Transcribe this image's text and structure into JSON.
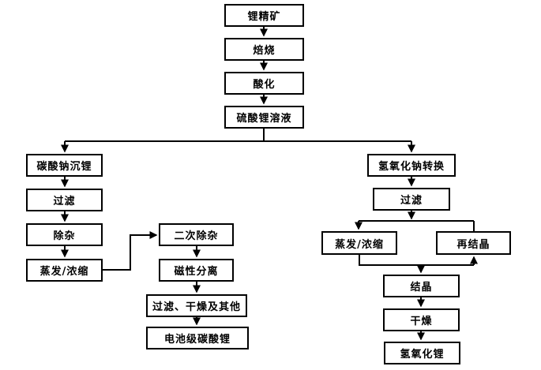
{
  "diagram": {
    "type": "flowchart",
    "language": "zh-CN",
    "colors": {
      "background": "#ffffff",
      "box_fill": "#ffffff",
      "box_border": "#000000",
      "line": "#000000",
      "text": "#000000"
    },
    "nodes": {
      "lithium_concentrate": "锂精矿",
      "roasting": "焙烧",
      "acidification": "酸化",
      "lithium_sulfate_solution": "硫酸锂溶液",
      "sodium_carbonate_precipitation": "碳酸钠沉锂",
      "filtration_left": "过滤",
      "impurity_removal": "除杂",
      "evaporation_concentration_left": "蒸发/浓缩",
      "secondary_impurity_removal": "二次除杂",
      "magnetic_separation": "磁性分离",
      "filtration_drying_others": "过滤、干燥及其他",
      "battery_grade_lithium_carbonate": "电池级碳酸锂",
      "sodium_hydroxide_conversion": "氢氧化钠转换",
      "filtration_right": "过滤",
      "evaporation_concentration_right": "蒸发/浓缩",
      "recrystallization": "再结晶",
      "crystallization": "结晶",
      "drying": "干燥",
      "lithium_hydroxide": "氢氧化锂"
    },
    "edges": [
      {
        "from": "lithium_concentrate",
        "to": "roasting"
      },
      {
        "from": "roasting",
        "to": "acidification"
      },
      {
        "from": "acidification",
        "to": "lithium_sulfate_solution"
      },
      {
        "from": "lithium_sulfate_solution",
        "to": "sodium_carbonate_precipitation"
      },
      {
        "from": "lithium_sulfate_solution",
        "to": "sodium_hydroxide_conversion"
      },
      {
        "from": "sodium_carbonate_precipitation",
        "to": "filtration_left"
      },
      {
        "from": "filtration_left",
        "to": "impurity_removal"
      },
      {
        "from": "impurity_removal",
        "to": "evaporation_concentration_left"
      },
      {
        "from": "evaporation_concentration_left",
        "to": "secondary_impurity_removal"
      },
      {
        "from": "secondary_impurity_removal",
        "to": "magnetic_separation"
      },
      {
        "from": "magnetic_separation",
        "to": "filtration_drying_others"
      },
      {
        "from": "filtration_drying_others",
        "to": "battery_grade_lithium_carbonate"
      },
      {
        "from": "sodium_hydroxide_conversion",
        "to": "filtration_right"
      },
      {
        "from": "filtration_right",
        "to": "evaporation_concentration_right"
      },
      {
        "from": "recrystallization",
        "to": "evaporation_concentration_right"
      },
      {
        "from": "evaporation_concentration_right",
        "to": "crystallization"
      },
      {
        "from": "evaporation_concentration_right",
        "to": "recrystallization"
      },
      {
        "from": "crystallization",
        "to": "drying"
      },
      {
        "from": "drying",
        "to": "lithium_hydroxide"
      }
    ]
  }
}
